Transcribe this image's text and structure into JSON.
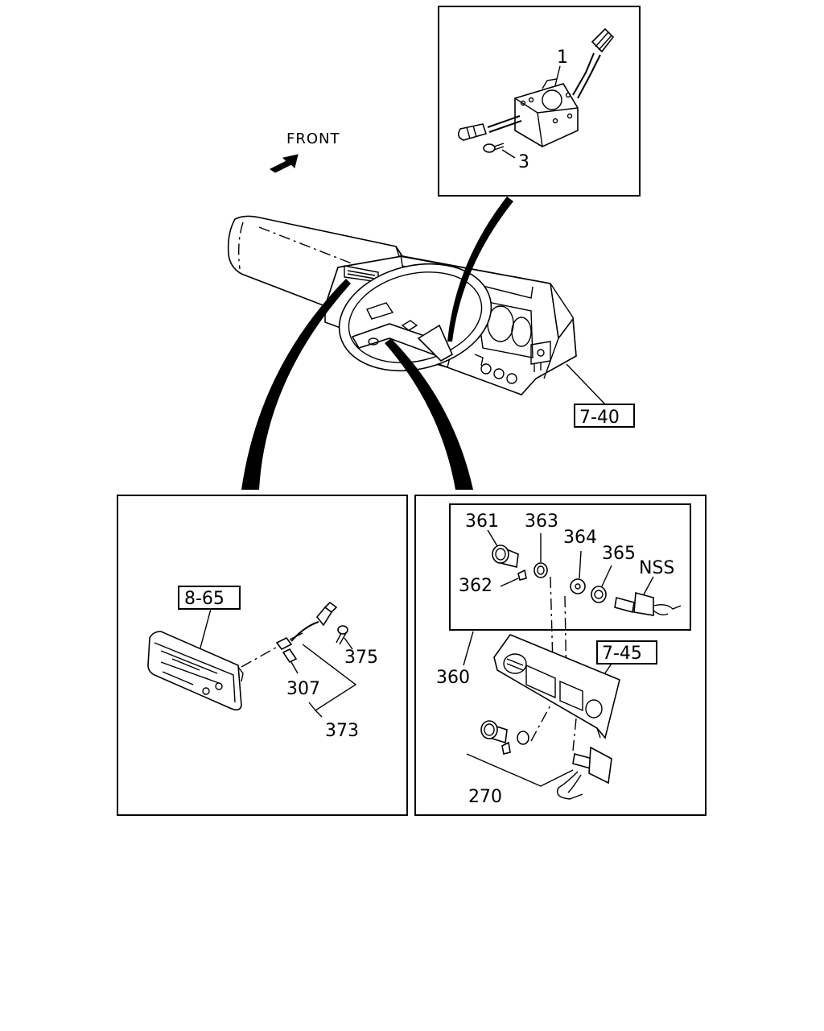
{
  "direction_label": "FRONT",
  "callouts": {
    "c1": "1",
    "c3": "3",
    "c7_40": "7-40",
    "c8_65": "8-65",
    "c375": "375",
    "c307": "307",
    "c373": "373",
    "c361": "361",
    "c363": "363",
    "c364": "364",
    "c365": "365",
    "cNSS": "NSS",
    "c362": "362",
    "c360": "360",
    "c7_45": "7-45",
    "c270": "270"
  }
}
